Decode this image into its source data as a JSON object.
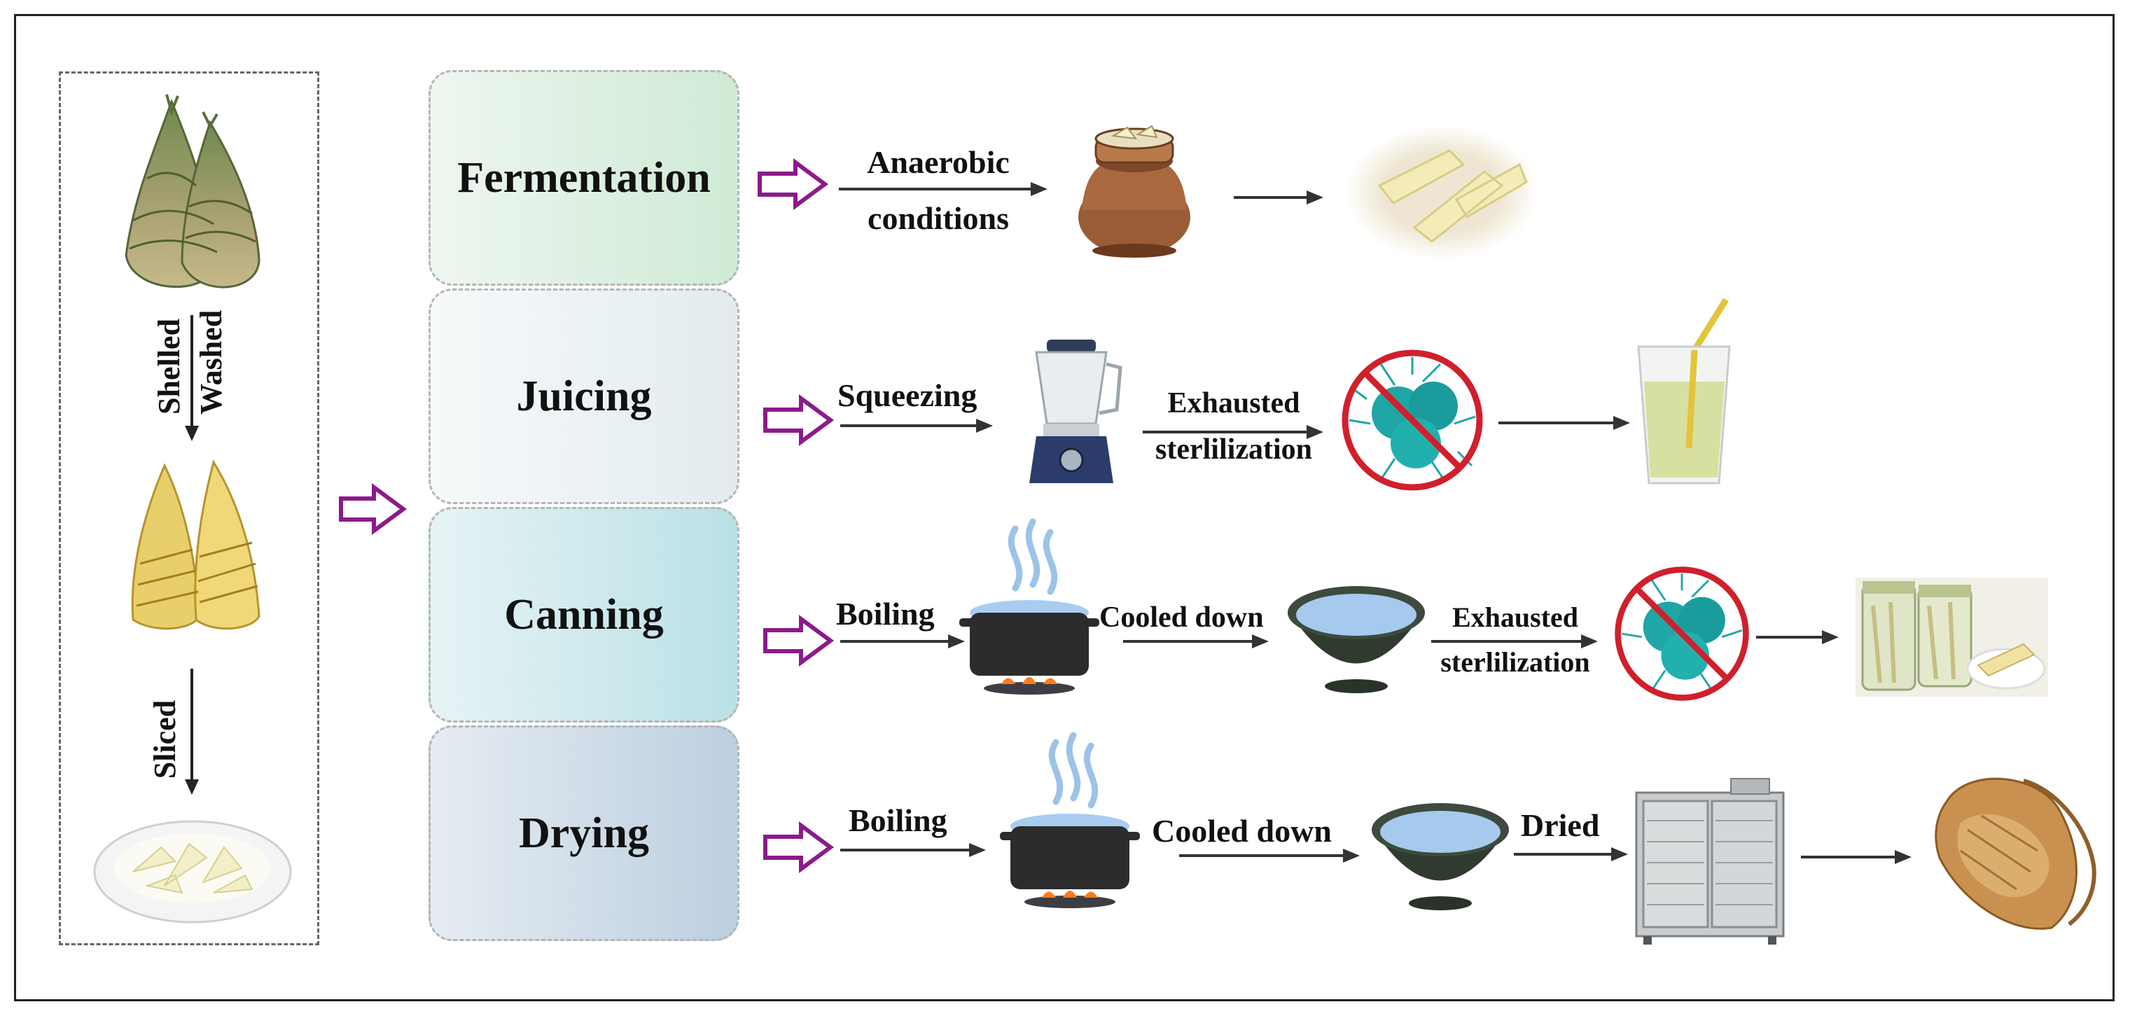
{
  "raw": {
    "steps": [
      "Shelled",
      "Washed",
      "Sliced"
    ]
  },
  "methods": [
    {
      "name": "Fermentation"
    },
    {
      "name": "Juicing"
    },
    {
      "name": "Canning"
    },
    {
      "name": "Drying"
    }
  ],
  "fermentation": {
    "step1_line1": "Anaerobic",
    "step1_line2": "conditions"
  },
  "juicing": {
    "step1": "Squeezing",
    "step2_line1": "Exhausted",
    "step2_line2": "sterlilization"
  },
  "canning": {
    "step1": "Boiling",
    "step2": "Cooled down",
    "step3_line1": "Exhausted",
    "step3_line2": "sterlilization"
  },
  "drying": {
    "step1": "Boiling",
    "step2": "Cooled down",
    "step3": "Dried"
  },
  "colors": {
    "hollow_arrow": "#8b1a8b",
    "arrow": "#333333",
    "virus": "#1fa6a6",
    "no_sign": "#d0202c"
  }
}
